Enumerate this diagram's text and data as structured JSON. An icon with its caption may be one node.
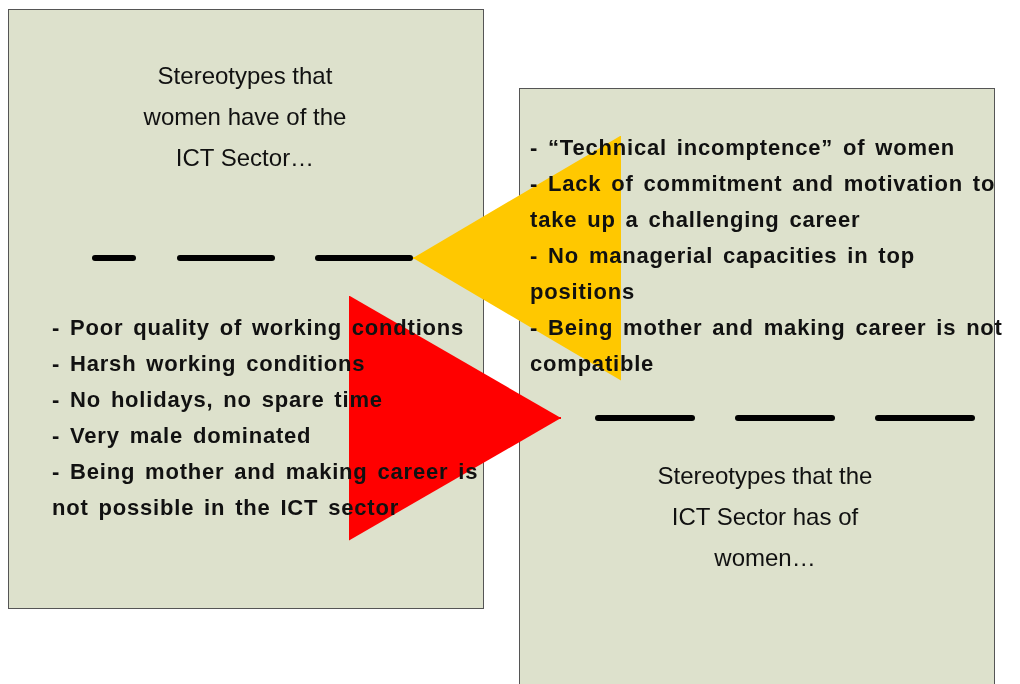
{
  "diagram": {
    "nodes": [
      {
        "text": [
          "Stereotypes that women have of the ICT Sector…",
          "- Poor quality of working condtions",
          "- Harsh working conditions",
          "- No holidays, no spare time",
          "- Very male dominated",
          "- Being mother and making career is not possible in the ICT sector"
        ]
      },
      {
        "text": [
          "- “Technical incomptence” of women",
          "- Lack of commitment and motivation to take up a challenging career",
          "- No managerial capacities in top positions",
          "- Being mother and making career is not compatible",
          "Stereotypes that the ICT Sector has of women…"
        ]
      }
    ],
    "edges": [
      {
        "from": 1,
        "to": 0,
        "arrow": "to",
        "color": "#ffc800"
      },
      {
        "from": 0,
        "to": 1,
        "arrow": "to",
        "color": "#ff0000"
      }
    ]
  }
}
